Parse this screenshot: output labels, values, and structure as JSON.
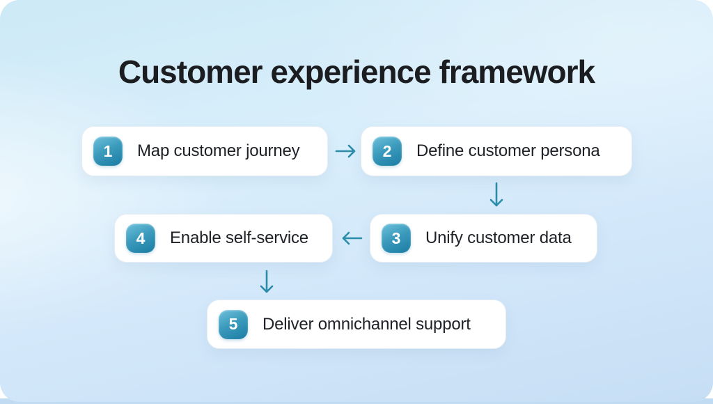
{
  "title": "Customer experience framework",
  "steps": [
    {
      "number": "1",
      "label": "Map customer journey"
    },
    {
      "number": "2",
      "label": "Define customer persona"
    },
    {
      "number": "3",
      "label": "Unify customer data"
    },
    {
      "number": "4",
      "label": "Enable self-service"
    },
    {
      "number": "5",
      "label": "Deliver omnichannel support"
    }
  ],
  "connectors": [
    {
      "from": "1",
      "to": "2",
      "direction": "right",
      "icon": "arrow-right-icon"
    },
    {
      "from": "2",
      "to": "3",
      "direction": "down",
      "icon": "arrow-down-icon"
    },
    {
      "from": "3",
      "to": "4",
      "direction": "left",
      "icon": "arrow-left-icon"
    },
    {
      "from": "4",
      "to": "5",
      "direction": "down",
      "icon": "arrow-down-icon"
    }
  ],
  "colors": {
    "title_text": "#1c1d20",
    "step_label_text": "#1e2126",
    "box_background": "#ffffff",
    "box_border": "#e7edf4",
    "badge_gradient_top": "#6ec1dc",
    "badge_gradient_bottom": "#1a7ba3",
    "badge_number_text": "#ffffff",
    "arrow": "#2a8ca9",
    "background_blue_top": "#cdeaf6",
    "background_blue_mid": "#d9eefb",
    "background_blue_bottom": "#c6def4",
    "bottom_edge_strip": "#c0dbf2",
    "page_behind_card": "#ffffff"
  }
}
